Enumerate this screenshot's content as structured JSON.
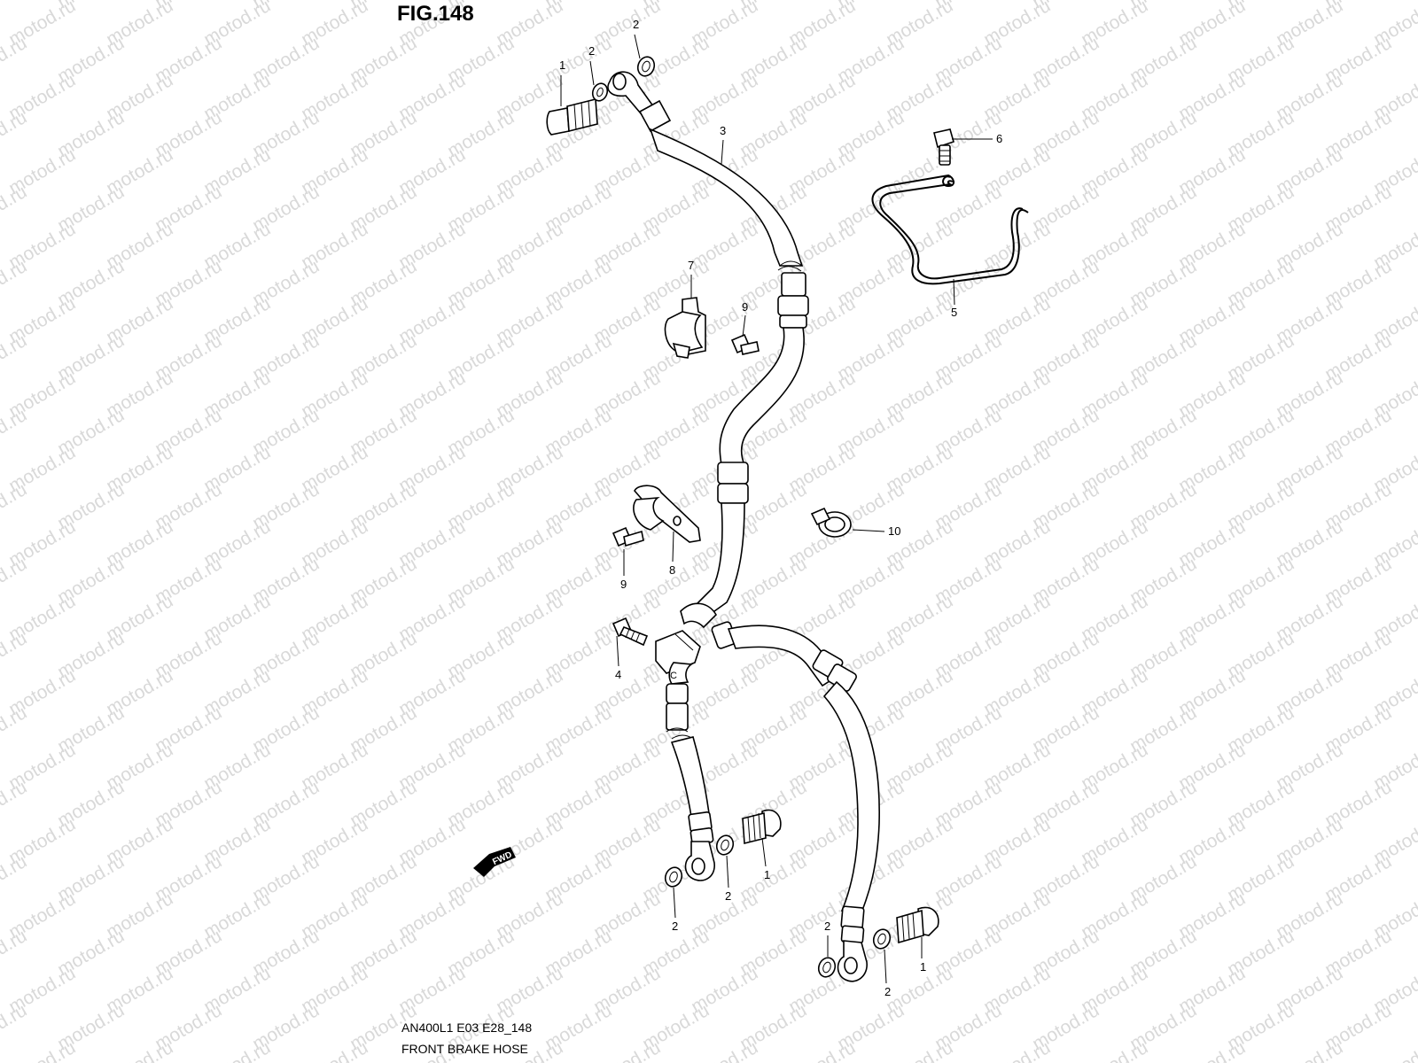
{
  "figure": {
    "title": "FIG.148"
  },
  "watermark": {
    "text": "motod.ru"
  },
  "footer": {
    "model_code": "AN400L1 E03 E28_148",
    "part_group": "FRONT BRAKE HOSE"
  },
  "direction_tag": {
    "text": "FWD"
  },
  "callouts": [
    {
      "part": "union-bolt",
      "label": "1"
    },
    {
      "part": "washer",
      "label": "2"
    },
    {
      "part": "washer",
      "label": "2"
    },
    {
      "part": "front-brake-hose-no1",
      "label": "3"
    },
    {
      "part": "joint-bolt",
      "label": "4"
    },
    {
      "part": "hose-guide-wire",
      "label": "5"
    },
    {
      "part": "guide-bolt",
      "label": "6"
    },
    {
      "part": "hose-clamp-upper",
      "label": "7"
    },
    {
      "part": "bolt",
      "label": "9"
    },
    {
      "part": "hose-clamp-lower",
      "label": "8"
    },
    {
      "part": "bolt",
      "label": "9"
    },
    {
      "part": "hose-clip",
      "label": "10"
    },
    {
      "part": "union-bolt",
      "label": "1"
    },
    {
      "part": "washer",
      "label": "2"
    },
    {
      "part": "washer",
      "label": "2"
    },
    {
      "part": "washer",
      "label": "2"
    },
    {
      "part": "washer",
      "label": "2"
    },
    {
      "part": "union-bolt",
      "label": "1"
    }
  ]
}
